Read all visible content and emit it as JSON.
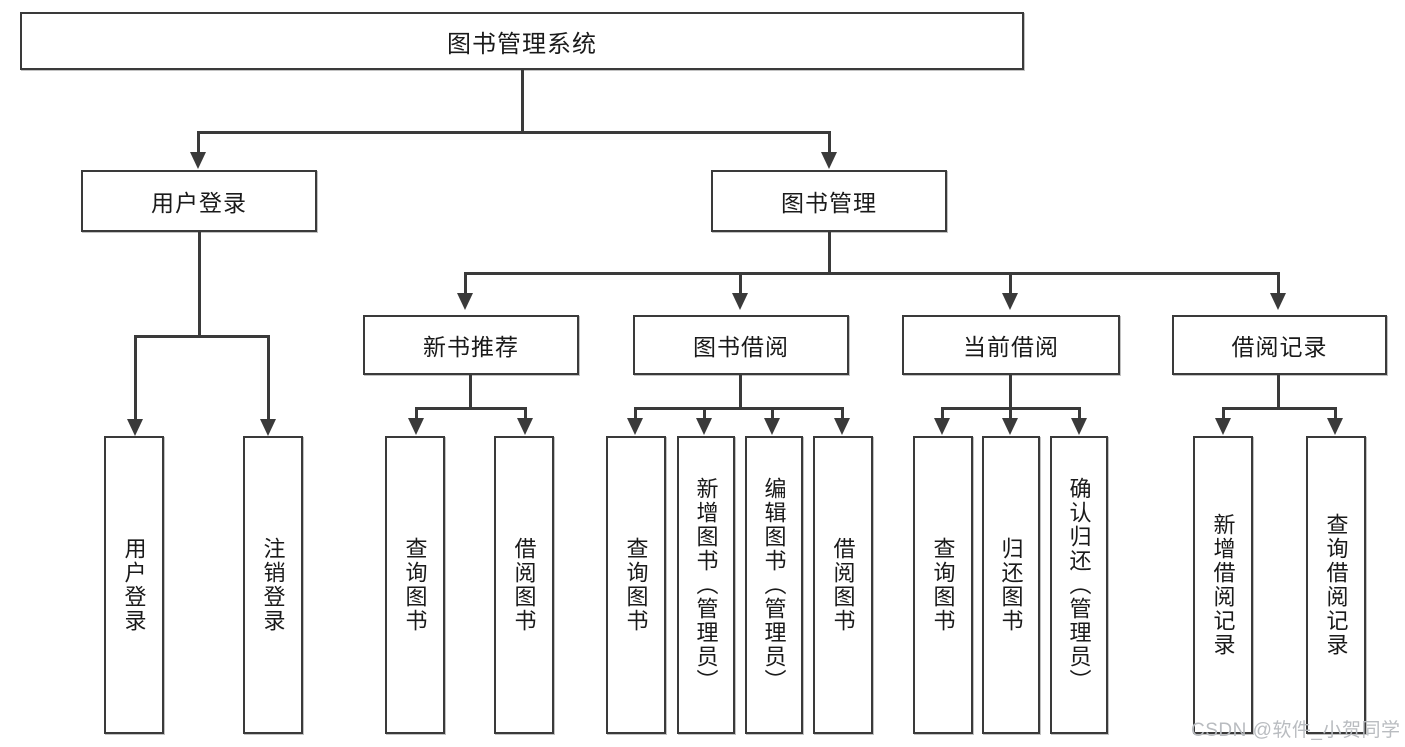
{
  "diagram": {
    "title": "图书管理系统",
    "type": "tree-hierarchy-diagram",
    "colors": {
      "stroke": "#3a3a3a",
      "fill": "#ffffff",
      "text": "#1a1a1a",
      "watermark": "#b9bcc0"
    },
    "root": {
      "label": "图书管理系统"
    },
    "level2": [
      {
        "label": "用户登录"
      },
      {
        "label": "图书管理"
      }
    ],
    "level3": [
      {
        "label": "新书推荐"
      },
      {
        "label": "图书借阅"
      },
      {
        "label": "当前借阅"
      },
      {
        "label": "借阅记录"
      }
    ],
    "leaves": {
      "user_login": [
        {
          "label": "用户登录"
        },
        {
          "label": "注销登录"
        }
      ],
      "new_book_recommend": [
        {
          "label": "查询图书"
        },
        {
          "label": "借阅图书"
        }
      ],
      "book_borrow": [
        {
          "label": "查询图书"
        },
        {
          "label": "新增图书（管理员）"
        },
        {
          "label": "编辑图书（管理员）"
        },
        {
          "label": "借阅图书"
        }
      ],
      "current_borrow": [
        {
          "label": "查询图书"
        },
        {
          "label": "归还图书"
        },
        {
          "label": "确认归还（管理员）"
        }
      ],
      "borrow_record": [
        {
          "label": "新增借阅记录"
        },
        {
          "label": "查询借阅记录"
        }
      ]
    }
  },
  "watermark": {
    "text": "CSDN @软件_小贺同学"
  }
}
